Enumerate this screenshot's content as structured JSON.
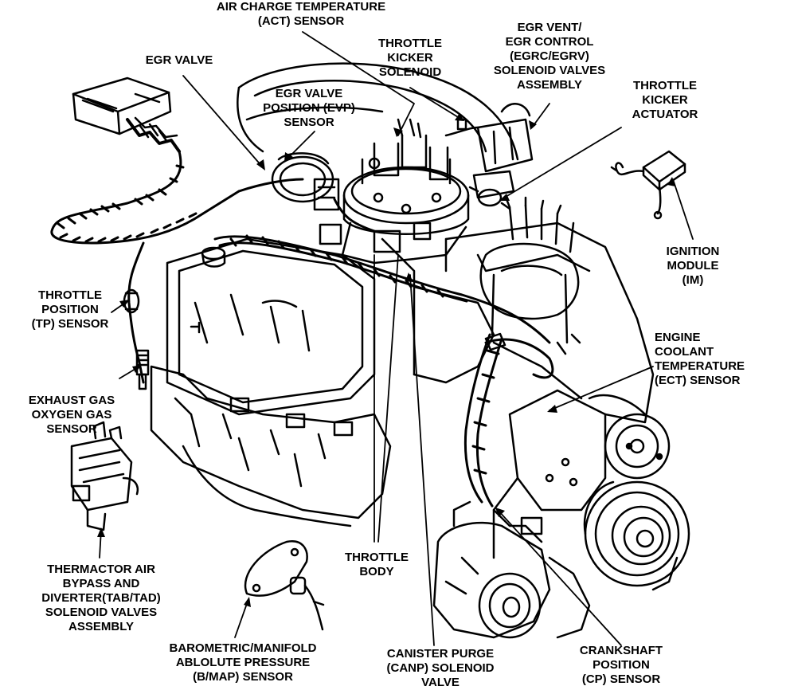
{
  "labels": {
    "act_sensor": "AIR CHARGE TEMPERATURE\n(ACT) SENSOR",
    "egr_valve": "EGR VALVE",
    "evp_sensor": "EGR VALVE\nPOSITION (EVP)\nSENSOR",
    "throttle_kicker_solenoid": "THROTTLE\nKICKER\nSOLENOID",
    "egr_vent_control": "EGR VENT/\nEGR CONTROL\n(EGRC/EGRV)\nSOLENOID VALVES\nASSEMBLY",
    "throttle_kicker_actuator": "THROTTLE\nKICKER\nACTUATOR",
    "ignition_module": "IGNITION\nMODULE\n(IM)",
    "tp_sensor": "THROTTLE\nPOSITION\n(TP) SENSOR",
    "ect_sensor": "ENGINE\nCOOLANT\nTEMPERATURE\n(ECT) SENSOR",
    "ego_sensor": "EXHAUST GAS\nOXYGEN GAS\nSENSOR",
    "throttle_body": "THROTTLE\nBODY",
    "thermactor": "THERMACTOR AIR\nBYPASS AND\nDIVERTER(TAB/TAD)\nSOLENOID VALVES\nASSEMBLY",
    "bmap_sensor": "BAROMETRIC/MANIFOLD\nABLOLUTE PRESSURE\n(B/MAP) SENSOR",
    "canp_valve": "CANISTER PURGE\n(CANP) SOLENOID\nVALVE",
    "cp_sensor": "CRANKSHAFT\nPOSITION\n(CP) SENSOR"
  }
}
